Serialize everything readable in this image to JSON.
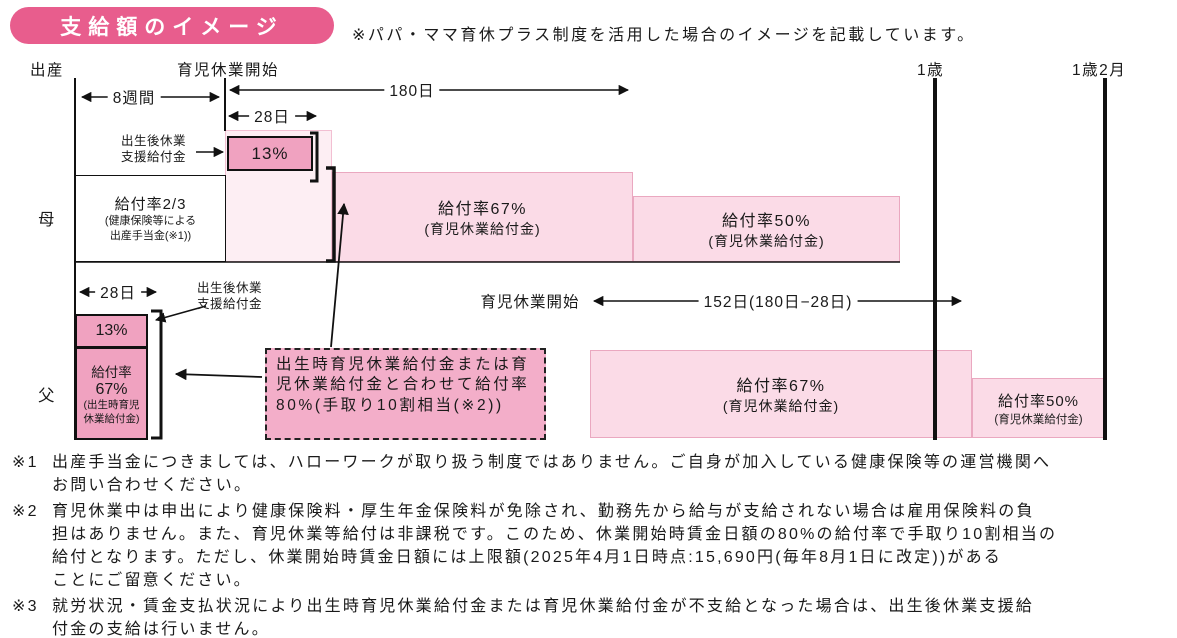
{
  "header": {
    "badge": "支給額のイメージ",
    "note": "※パパ・ママ育休プラス制度を活用した場合のイメージを記載しています。"
  },
  "timeline": {
    "birth": "出産",
    "leave_start": "育児休業開始",
    "one_year": "1歳",
    "one_year_two_months": "1歳2月",
    "span_8weeks": "8週間",
    "span_180days": "180日",
    "span_28days_mother": "28日",
    "span_28days_father": "28日",
    "leave_start_father": "育児休業開始",
    "span_152days": "152日(180日−28日)"
  },
  "mother": {
    "row_label": "母",
    "support_benefit_label": "出生後休業支援給付金",
    "benefit_13": "13%",
    "maternity": {
      "title": "給付率2/3",
      "sub1": "(健康保険等による",
      "sub2": "出産手当金(※1))"
    },
    "benefit_67": {
      "title": "給付率67%",
      "sub": "(育児休業給付金)"
    },
    "benefit_50": {
      "title": "給付率50%",
      "sub": "(育児休業給付金)"
    }
  },
  "father": {
    "row_label": "父",
    "support_benefit_label": "出生後休業支援給付金",
    "benefit_13": "13%",
    "birth_leave": {
      "line1": "給付率",
      "line2": "67%",
      "sub1": "(出生時育児",
      "sub2": "休業給付金)"
    },
    "callout": "出生時育児休業給付金または育児休業給付金と合わせて給付率80%(手取り10割相当(※2))",
    "benefit_67": {
      "title": "給付率67%",
      "sub": "(育児休業給付金)"
    },
    "benefit_50": {
      "title": "給付率50%",
      "sub": "(育児休業給付金)"
    }
  },
  "footnotes": [
    {
      "marker": "※1",
      "lines": [
        "出産手当金につきましては、ハローワークが取り扱う制度ではありません。ご自身が加入している健康保険等の運営機関へ",
        "お問い合わせください。"
      ]
    },
    {
      "marker": "※2",
      "lines": [
        "育児休業中は申出により健康保険料・厚生年金保険料が免除され、勤務先から給与が支給されない場合は雇用保険料の負",
        "担はありません。また、育児休業等給付は非課税です。このため、休業開始時賃金日額の80%の給付率で手取り10割相当の",
        "給付となります。ただし、休業開始時賃金日額には上限額(2025年4月1日時点:15,690円(毎年8月1日に改定))がある",
        "ことにご留意ください。"
      ]
    },
    {
      "marker": "※3",
      "lines": [
        "就労状況・賃金支払状況により出生時育児休業給付金または育児休業給付金が不支給となった場合は、出生後休業支援給",
        "付金の支給は行いません。"
      ]
    }
  ],
  "colors": {
    "badge_pink": "#e85d8d",
    "dark_pink": "#f0a2c0",
    "light_pink": "#fbdbe7",
    "pale_pink": "#fdeef3",
    "callout_pink": "#f3aec9"
  }
}
